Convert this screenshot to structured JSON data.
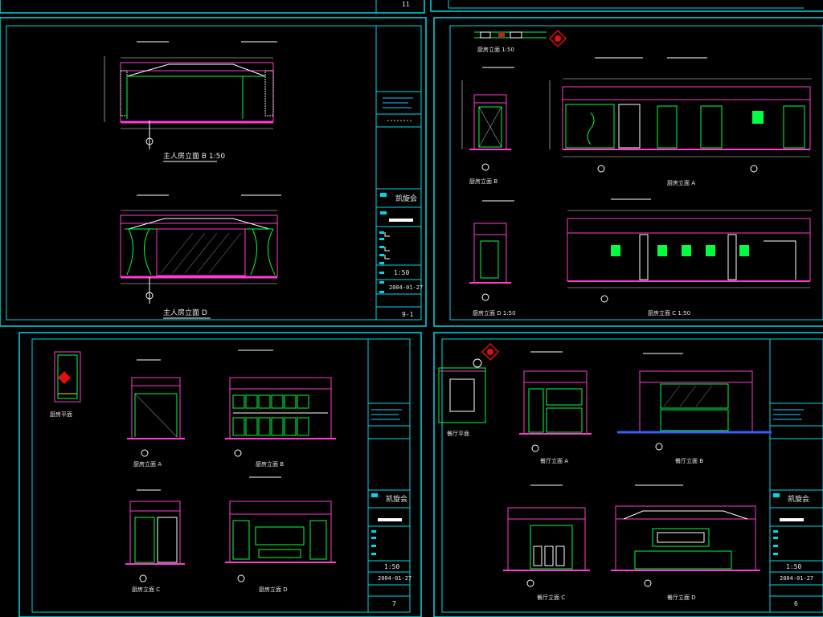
{
  "sheets": [
    {
      "id": "sheet-9-1",
      "project_name": "凯旋会",
      "scale": "1:50",
      "date": "2004-01-27",
      "sheet_number": "9-1",
      "views": [
        {
          "caption": "主人房立面 B 1:50"
        },
        {
          "caption": "主人房立面 D"
        }
      ]
    },
    {
      "id": "sheet-10",
      "views": [
        {
          "caption": "厨房立面 1:50"
        },
        {
          "caption": "厨房立面 B"
        },
        {
          "caption": "厨房立面 A"
        },
        {
          "caption": "厨房立面 D 1:50"
        },
        {
          "caption": "厨房立面 C 1:50"
        }
      ]
    },
    {
      "id": "sheet-7",
      "project_name": "凯旋会",
      "scale": "1:50",
      "date": "2004-01-27",
      "sheet_number": "7",
      "views": [
        {
          "caption": "厨房平面"
        },
        {
          "caption": "厨房立面 A"
        },
        {
          "caption": "厨房立面 B"
        },
        {
          "caption": "厨房立面 C"
        },
        {
          "caption": "厨房立面 D"
        }
      ]
    },
    {
      "id": "sheet-6",
      "project_name": "凯旋会",
      "scale": "1:50",
      "date": "2004-01-27",
      "sheet_number": "6",
      "views": [
        {
          "caption": "餐厅平面"
        },
        {
          "caption": "餐厅立面 A"
        },
        {
          "caption": "餐厅立面 B"
        },
        {
          "caption": "餐厅立面 C"
        },
        {
          "caption": "餐厅立面 D"
        }
      ]
    }
  ],
  "top_strip_number": "11",
  "colors": {
    "background": "#000000",
    "frame": "#00d8e8",
    "wall": "#ff3bd0",
    "furniture": "#00ff40",
    "dims": "#e6e6e6",
    "leaders": "#ffffff",
    "marker": "#e01010",
    "accent_yellow": "#f0e000",
    "accent_blue": "#3060ff"
  }
}
